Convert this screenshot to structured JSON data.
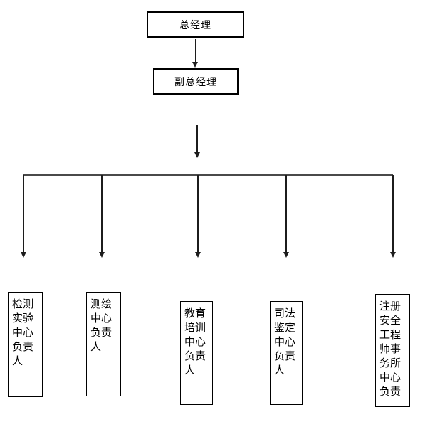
{
  "diagram": {
    "type": "org-chart-flow",
    "colors": {
      "background": "#ffffff",
      "box_border": "#000000",
      "connector_line": "#1c1c1c",
      "distribution_line": "#4a4a4a",
      "text": "#000000"
    },
    "root": {
      "label": "总经理"
    },
    "deputy": {
      "label": "副总经理"
    },
    "branches": [
      {
        "label": "检测实验中心负责人",
        "lines": [
          "检测",
          "实验",
          "中心",
          "负责",
          "人"
        ]
      },
      {
        "label": "测绘中心负责人",
        "lines": [
          "测绘",
          "中心",
          "负责",
          "人"
        ]
      },
      {
        "label": "教育培训中心负责人",
        "lines": [
          "教育",
          "培训",
          "中心",
          "负责",
          "人"
        ]
      },
      {
        "label": "司法鉴定中心负责人",
        "lines": [
          "司法",
          "鉴定",
          "中心",
          "负责",
          "人"
        ]
      },
      {
        "label": "注册安全工程师事务所中心负责",
        "lines": [
          "注册",
          "安全",
          "工程",
          "师事",
          "务所",
          "中心",
          "负责"
        ]
      }
    ]
  }
}
